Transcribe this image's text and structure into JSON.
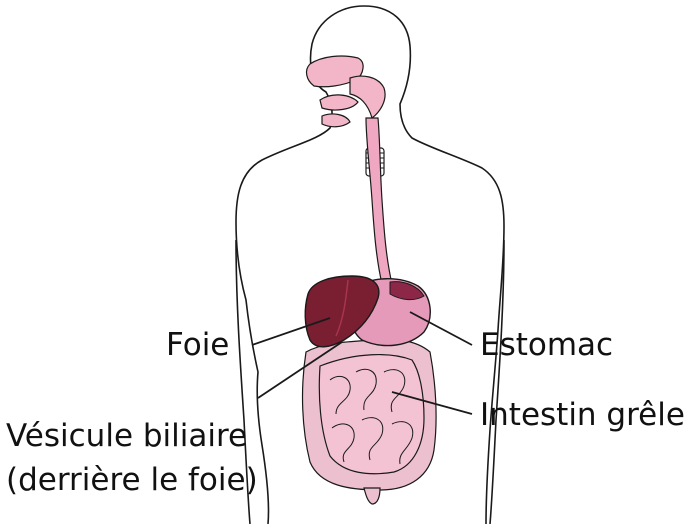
{
  "labels": {
    "liver": "Foie",
    "stomach": "Estomac",
    "gallbladder_line1": "Vésicule biliaire",
    "gallbladder_line2": "(derrière le foie)",
    "small_intestine": "Intestin grêle"
  },
  "colors": {
    "outline": "#1a1a1a",
    "liver": "#7a1e32",
    "liver_highlight": "#a8344f",
    "stomach": "#e49ab8",
    "stomach_dark": "#8c2748",
    "intestine": "#f3c3d3",
    "large_intestine": "#ecc0cf",
    "head_tissue": "#f3b6c8",
    "esophagus": "#f0a8c2",
    "trachea": "#ffffff"
  }
}
